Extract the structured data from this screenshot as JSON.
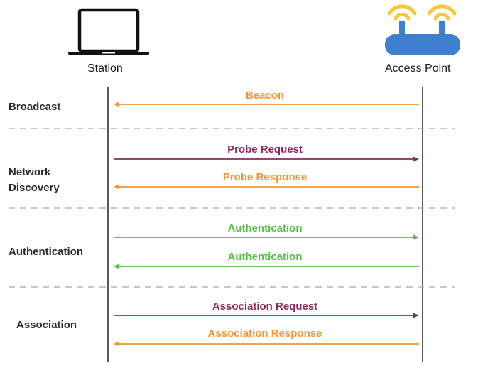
{
  "entities": {
    "station": {
      "label": "Station",
      "icon": "laptop-icon"
    },
    "access_point": {
      "label": "Access Point",
      "icon": "wifi-router-icon"
    }
  },
  "phases": [
    {
      "label": "Broadcast"
    },
    {
      "label": "Network Discovery"
    },
    {
      "label": "Authentication"
    },
    {
      "label": "Association"
    }
  ],
  "messages": [
    {
      "label": "Beacon",
      "direction": "ap-to-station",
      "color": "#f0953a"
    },
    {
      "label": "Probe Request",
      "direction": "station-to-ap",
      "color": "#8b2a5c"
    },
    {
      "label": "Probe Response",
      "direction": "ap-to-station",
      "color": "#f0953a"
    },
    {
      "label": "Authentication",
      "direction": "station-to-ap",
      "color": "#52c13f"
    },
    {
      "label": "Authentication",
      "direction": "ap-to-station",
      "color": "#52c13f"
    },
    {
      "label": "Association Request",
      "direction": "station-to-ap",
      "color": "#8b2a5c"
    },
    {
      "label": "Association Response",
      "direction": "ap-to-station",
      "color": "#f0953a"
    }
  ],
  "colors": {
    "router_body": "#3f7fd0",
    "router_signal": "#f6c83a",
    "lifeline": "#222222",
    "separator": "#b5b5b5"
  }
}
